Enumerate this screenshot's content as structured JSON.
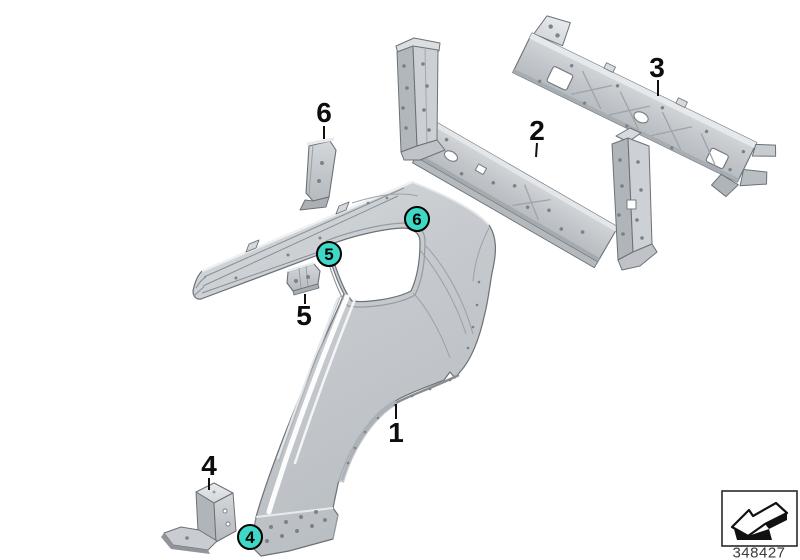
{
  "diagram": {
    "accent_color": "#3DD9C6",
    "background_color": "#FFFFFF",
    "number": "348427",
    "callouts": {
      "plain": [
        {
          "label": "1"
        },
        {
          "label": "2"
        },
        {
          "label": "3"
        },
        {
          "label": "4"
        },
        {
          "label": "5"
        },
        {
          "label": "6"
        }
      ],
      "circled": [
        {
          "label": "4"
        },
        {
          "label": "5"
        },
        {
          "label": "6"
        }
      ]
    },
    "icons": {
      "direction_arrow": "direction-arrow-icon"
    }
  }
}
